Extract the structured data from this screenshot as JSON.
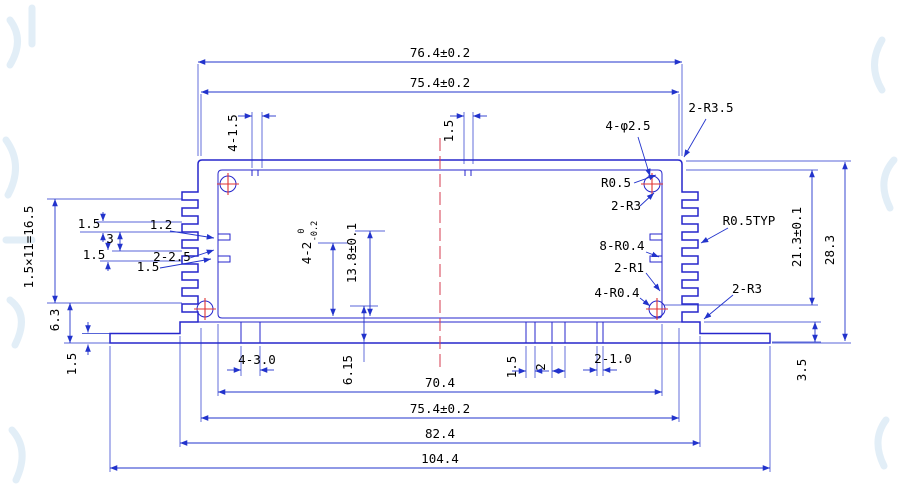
{
  "colors": {
    "outline": "#2626cc",
    "dimension": "#2233cc",
    "text": "#000000",
    "centerline": "#d63b4f",
    "center_mark": "#e03333",
    "watermark": "#cfe2f2",
    "background": "#ffffff"
  },
  "labels": {
    "top": {
      "outer_width": "76.4±0.2",
      "inner_width": "75.4±0.2",
      "slot_4x15": "4-1.5",
      "wall_15": "1.5",
      "holes": "4-φ2.5",
      "corner_radius": "2-R3.5",
      "r05": "R0.5",
      "r3_top": "2-R3",
      "r05typ": "R0.5TYP"
    },
    "left": {
      "fin_pitch": "1.5×11=16.5",
      "fin_15a": "1.5",
      "fin_3": "3",
      "fin_15b": "1.5",
      "slot_12": "1.2",
      "slot_2x25": "2-2.5",
      "slot_15": "1.5"
    },
    "center": {
      "tol_main": "4-2",
      "tol_upper": "0",
      "tol_lower": "-0.2",
      "height_138": "13.8±0.1"
    },
    "right": {
      "r8x04": "8-R0.4",
      "r2x1": "2-R1",
      "r4x04": "4-R0.4",
      "r3_bottom": "2-R3",
      "height_213": "21.3±0.1",
      "height_283": "28.3"
    },
    "bottom": {
      "h63": "6.3",
      "flange_15": "1.5",
      "slot_4x30": "4-3.0",
      "h615": "6.15",
      "w704": "70.4",
      "w15": "1.5",
      "w2": "2",
      "slot_2x10": "2-1.0",
      "h35": "3.5",
      "w754": "75.4±0.2",
      "w824": "82.4",
      "w1044": "104.4"
    }
  }
}
